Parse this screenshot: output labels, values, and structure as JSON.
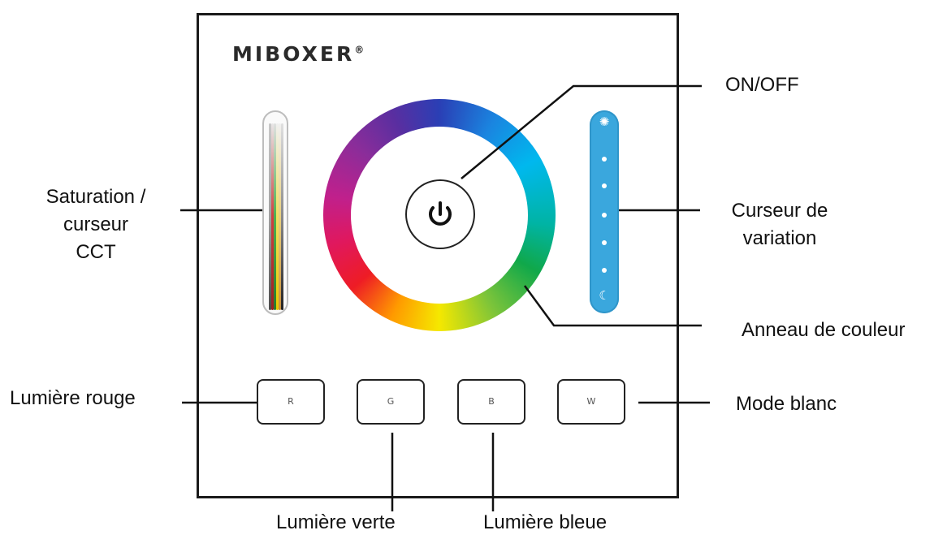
{
  "panel": {
    "logo": "MIBOXER",
    "logo_mark": "®",
    "buttons": [
      {
        "id": "r",
        "label": "R"
      },
      {
        "id": "g",
        "label": "G"
      },
      {
        "id": "b",
        "label": "B"
      },
      {
        "id": "w",
        "label": "W"
      }
    ]
  },
  "callouts": {
    "on_off": "ON/OFF",
    "saturation": [
      "Saturation /",
      "curseur",
      "CCT"
    ],
    "dimmer": [
      "Curseur de",
      "variation"
    ],
    "color_ring": "Anneau de couleur",
    "red": "Lumière rouge",
    "white": "Mode blanc",
    "green": "Lumière verte",
    "blue": "Lumière bleue"
  },
  "colors": {
    "dimmer_slider": "#3aa7dd",
    "frame": "#1a1a1a"
  },
  "icons": {
    "power": "power-icon",
    "brightness_high": "sun-icon",
    "brightness_low": "moon-icon"
  }
}
